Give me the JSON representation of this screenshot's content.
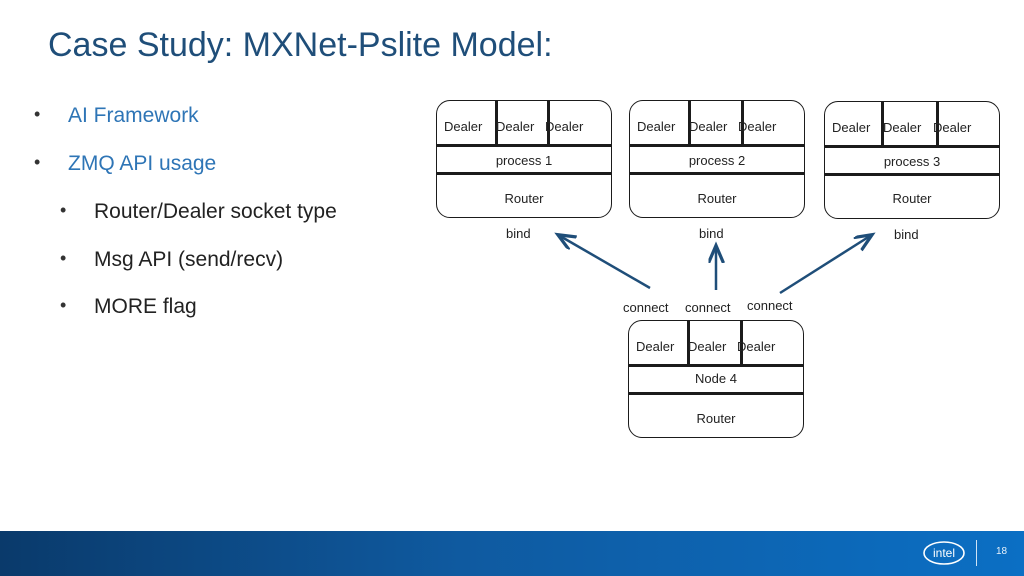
{
  "slide": {
    "title": "Case Study: MXNet-Pslite Model:",
    "bullets": [
      {
        "text": "AI Framework",
        "level": 1
      },
      {
        "text": "ZMQ API usage",
        "level": 1
      },
      {
        "text": "Router/Dealer socket type",
        "level": 2
      },
      {
        "text": "Msg API (send/recv)",
        "level": 2
      },
      {
        "text": "MORE flag",
        "level": 2
      }
    ],
    "bullet_glyph": "•"
  },
  "diagram": {
    "boxes": [
      {
        "dealers": [
          "Dealer",
          "Dealer",
          "Dealer"
        ],
        "middle": "process 1",
        "router": "Router",
        "tag": "bind"
      },
      {
        "dealers": [
          "Dealer",
          "Dealer",
          "Dealer"
        ],
        "middle": "process 2",
        "router": "Router",
        "tag": "bind"
      },
      {
        "dealers": [
          "Dealer",
          "Dealer",
          "Dealer"
        ],
        "middle": "process 3",
        "router": "Router",
        "tag": "bind"
      },
      {
        "dealers": [
          "Dealer",
          "Dealer",
          "Dealer"
        ],
        "middle": "Node 4",
        "router": "Router"
      }
    ],
    "connect_labels": [
      "connect",
      "connect",
      "connect"
    ],
    "line_color": "#1f4e79",
    "box_border_color": "#1b1b1b"
  },
  "footer": {
    "logo_text": "intel",
    "page_number": "18",
    "colors": [
      "#0a3a6b",
      "#0b6fc4"
    ]
  }
}
